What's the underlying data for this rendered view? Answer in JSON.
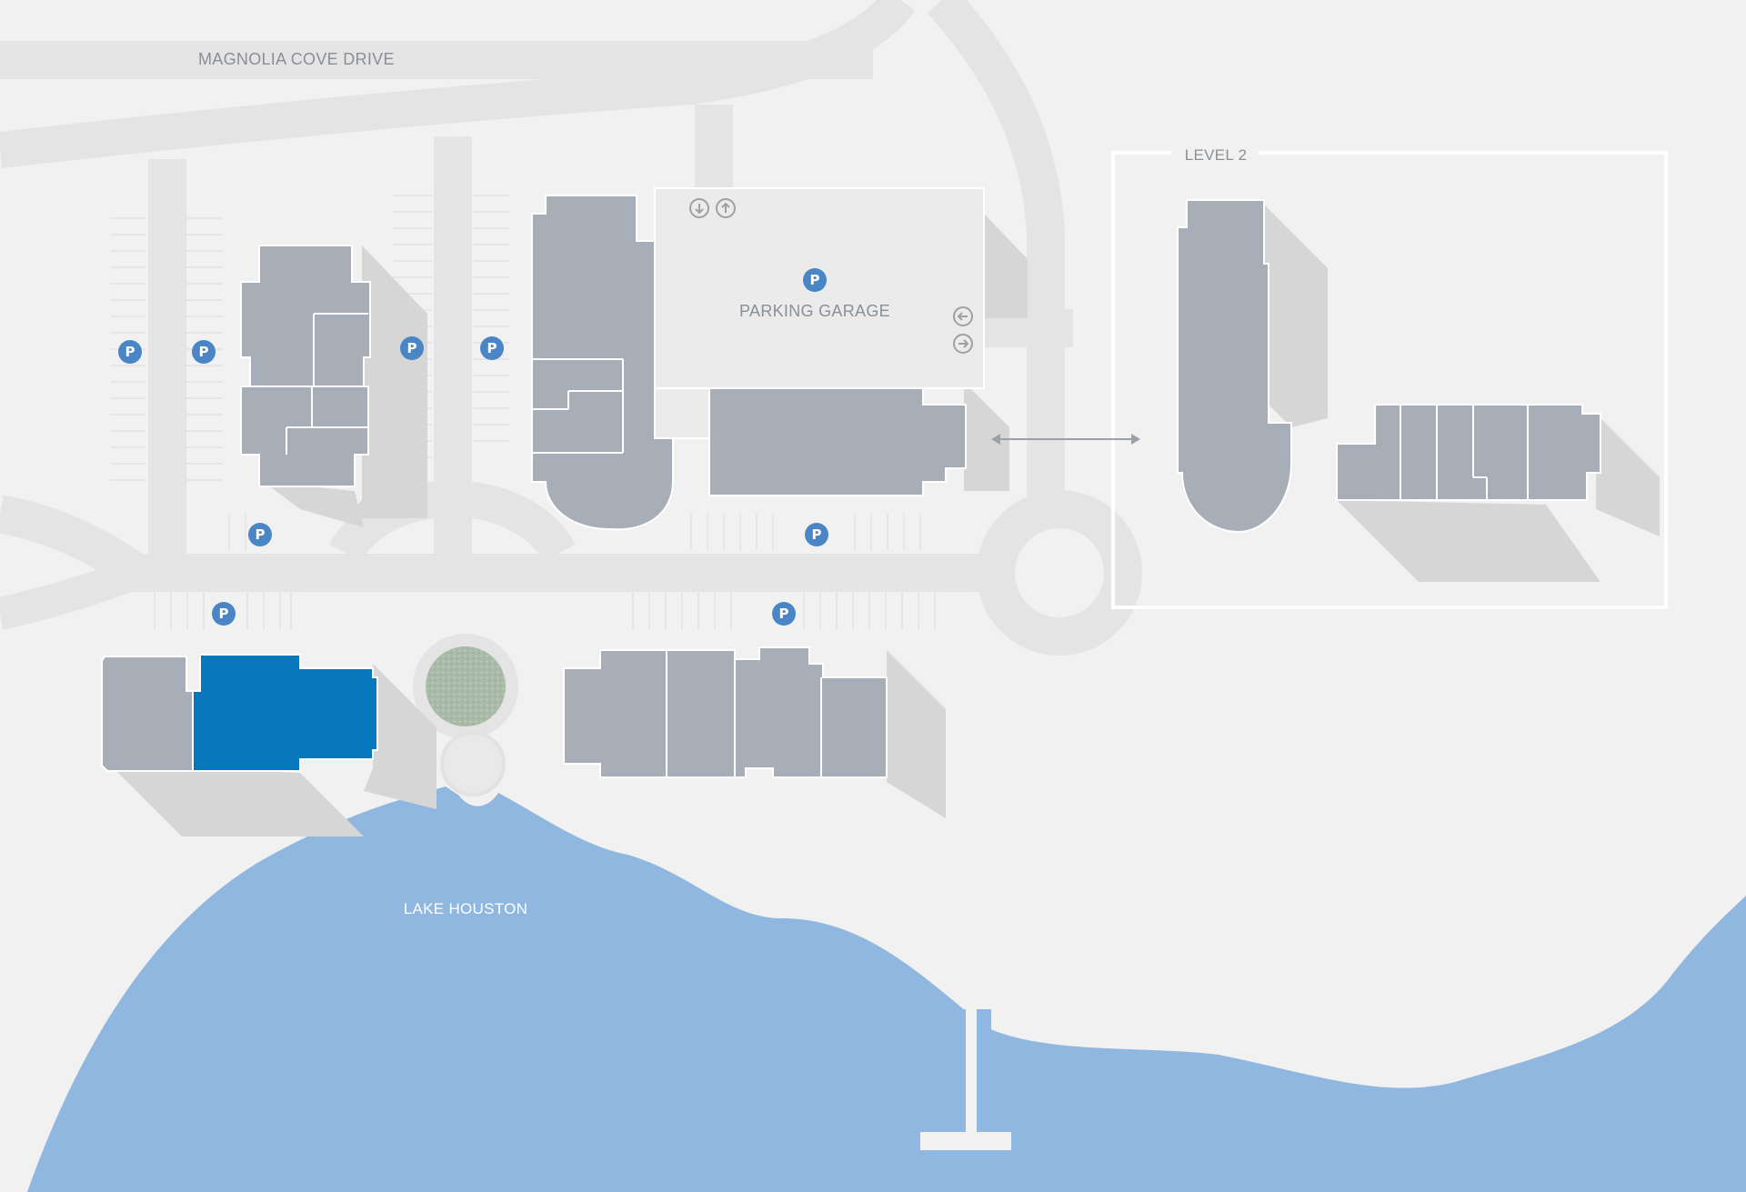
{
  "labels": {
    "road": "MAGNOLIA COVE DRIVE",
    "garage": "PARKING GARAGE",
    "level": "LEVEL 2",
    "lake": "LAKE HOUSTON"
  },
  "parking_symbol": "P",
  "icons": {
    "parking": "parking-icon",
    "garage_down": "arrow-down-icon",
    "garage_up": "arrow-up-icon",
    "garage_left": "arrow-left-icon",
    "garage_right": "arrow-right-icon",
    "connector": "double-arrow-icon"
  },
  "colors": {
    "background": "#f1f1f1",
    "road": "#e4e4e4",
    "building": "#a8aeb7",
    "highlight_building": "#0878bc",
    "water": "#8fb7e0",
    "parking_marker": "#4a86c5",
    "garage": "#ebebeb",
    "fountain": "#a9bba8"
  }
}
